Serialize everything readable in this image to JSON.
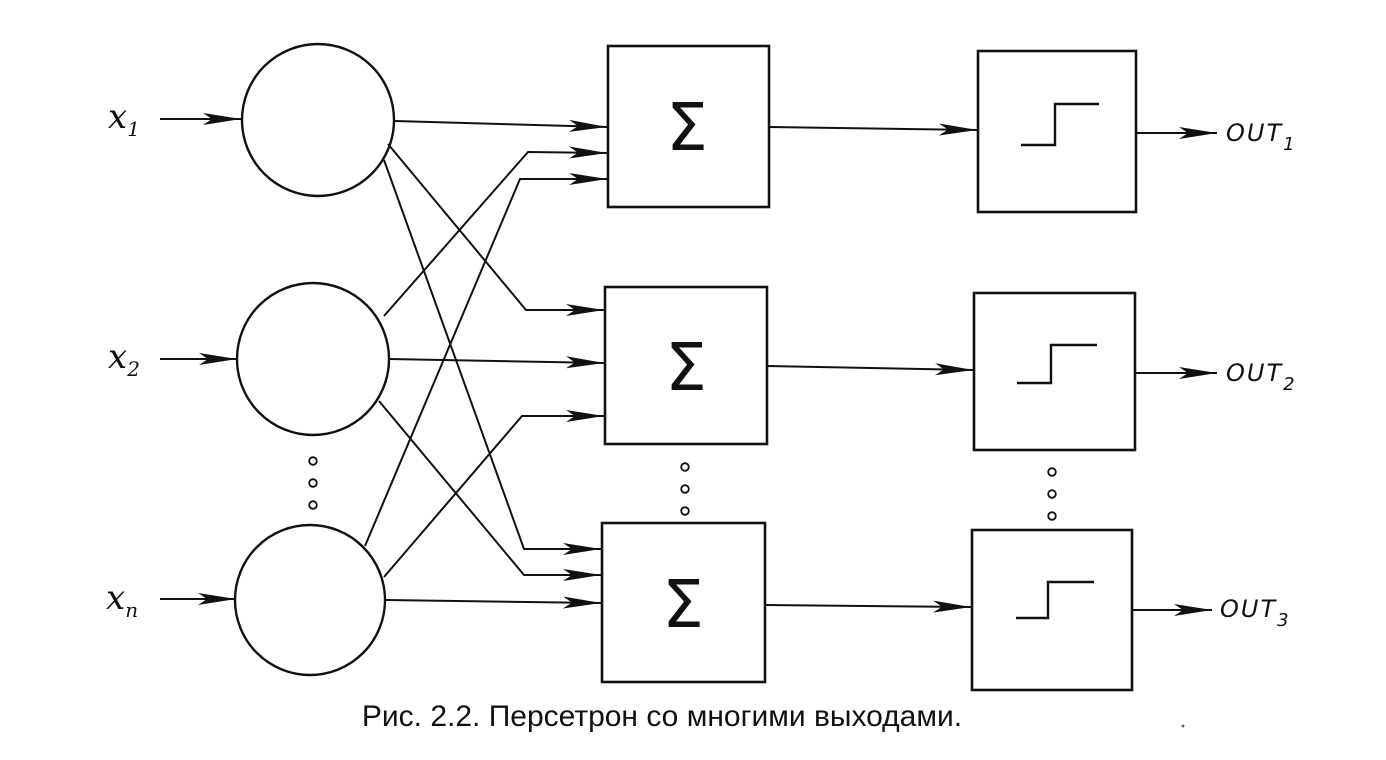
{
  "figure": {
    "caption": "Рис. 2.2. Персетрон со многими выходами."
  },
  "inputs": [
    {
      "name": "x",
      "sub": "1"
    },
    {
      "name": "x",
      "sub": "2"
    },
    {
      "name": "x",
      "sub": "n"
    }
  ],
  "summators": [
    {
      "symbol": "Σ"
    },
    {
      "symbol": "Σ"
    },
    {
      "symbol": "Σ"
    }
  ],
  "thresholds": [
    {
      "icon": "step-function-icon"
    },
    {
      "icon": "step-function-icon"
    },
    {
      "icon": "step-function-icon"
    }
  ],
  "outputs": [
    {
      "name": "OUT",
      "sub": "1"
    },
    {
      "name": "OUT",
      "sub": "2"
    },
    {
      "name": "OUT",
      "sub": "3"
    }
  ],
  "ellipsis_marker": "dots-icon"
}
